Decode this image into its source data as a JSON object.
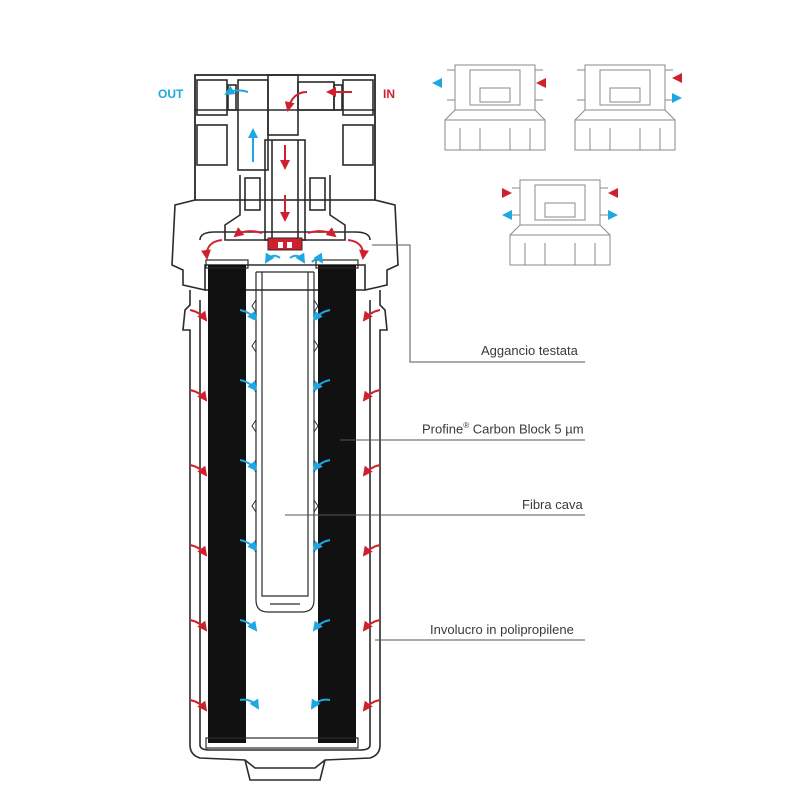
{
  "colors": {
    "outline": "#2b2b2b",
    "carbon": "#111111",
    "inflow_arrow": "#d0202e",
    "outflow_arrow": "#1ea7e1",
    "leader_line": "#555555",
    "label_text": "#3a3a3a"
  },
  "ports": {
    "out_label": "OUT",
    "in_label": "IN"
  },
  "labels": {
    "head_coupling": "Aggancio testata",
    "carbon_block_prefix": "Profine",
    "carbon_block_mark": "®",
    "carbon_block_suffix": " Carbon Block 5 µm",
    "hollow_fiber": "Fibra cava",
    "housing": "Involucro in polipropilene"
  },
  "icons": {
    "inflow": "red-arrow-icon",
    "outflow": "blue-arrow-icon"
  }
}
